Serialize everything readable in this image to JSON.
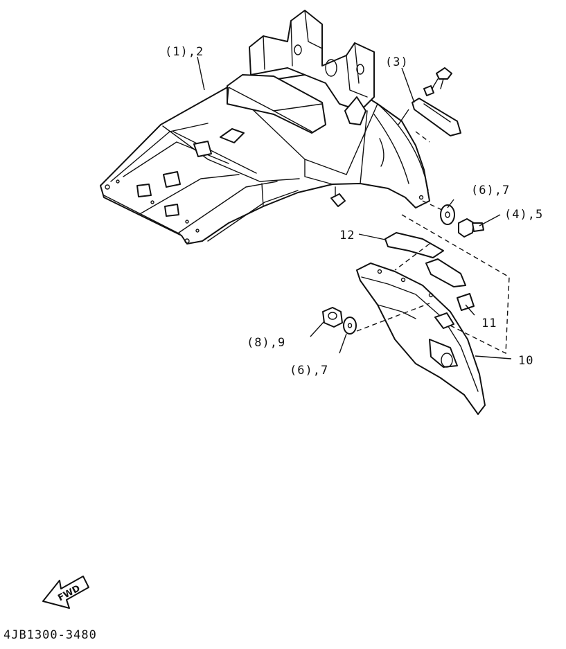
{
  "callouts": [
    {
      "id": "c1",
      "text": "(1),2"
    },
    {
      "id": "c3",
      "text": "(3)"
    },
    {
      "id": "c6a",
      "text": "(6),7"
    },
    {
      "id": "c4",
      "text": "(4),5"
    },
    {
      "id": "c12",
      "text": "12"
    },
    {
      "id": "c11",
      "text": "11"
    },
    {
      "id": "c10",
      "text": "10"
    },
    {
      "id": "c8",
      "text": "(8),9"
    },
    {
      "id": "c6b",
      "text": "(6),7"
    }
  ],
  "direction_arrow": {
    "text": "FWD",
    "icon": "fwd-arrow-icon"
  },
  "diagram_code": "4JB1300-3480",
  "colors": {
    "ink": "#111111",
    "paper": "#ffffff"
  }
}
